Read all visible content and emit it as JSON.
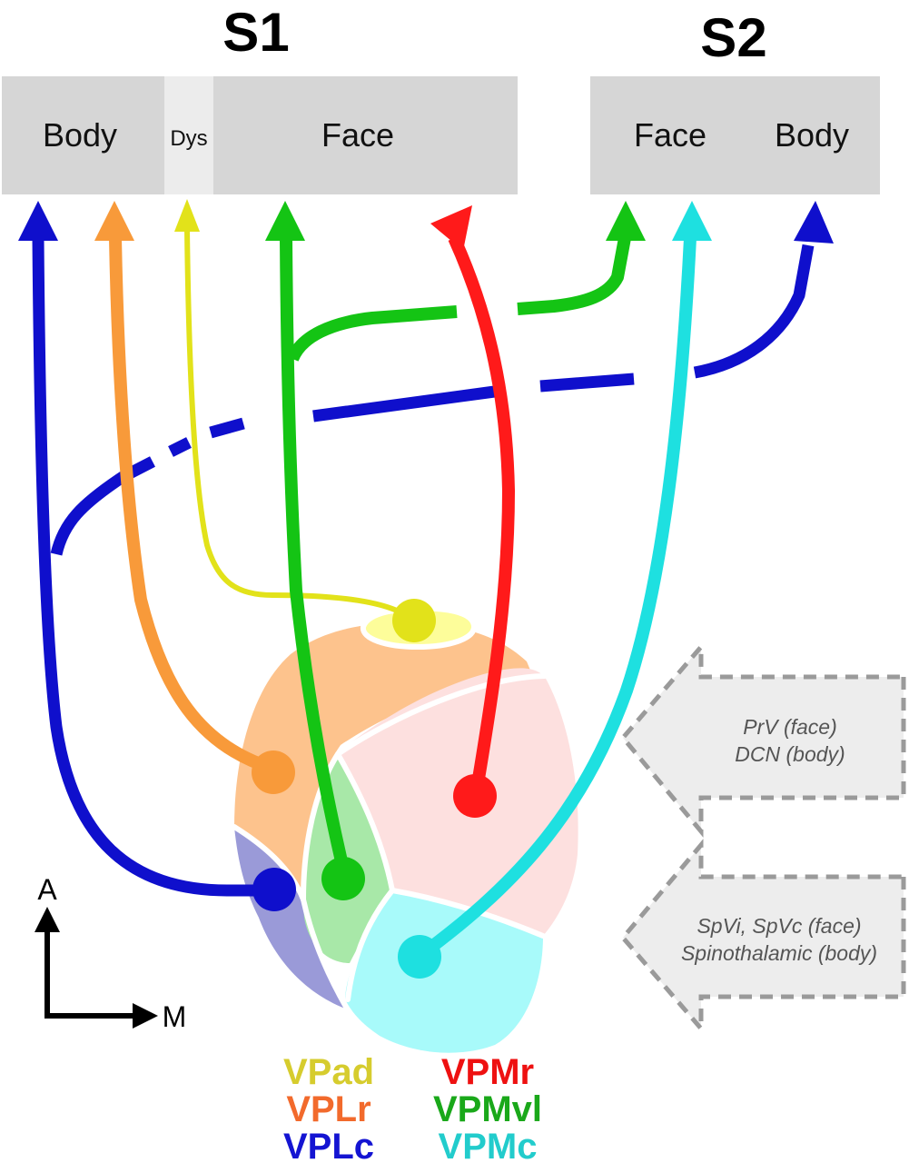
{
  "header": {
    "s1": "S1",
    "s2": "S2"
  },
  "s1_regions": {
    "body": "Body",
    "dys": "Dys",
    "face": "Face"
  },
  "s2_regions": {
    "face": "Face",
    "body": "Body"
  },
  "inputs": {
    "upper": {
      "line1": "PrV (face)",
      "line2": "DCN (body)"
    },
    "lower": {
      "line1": "SpVi, SpVc (face)",
      "line2": "Spinothalamic (body)"
    }
  },
  "axes": {
    "anterior": "A",
    "medial": "M"
  },
  "legend": {
    "left": [
      {
        "label": "VPad",
        "color": "#d6cc2e"
      },
      {
        "label": "VPLr",
        "color": "#f26a2c"
      },
      {
        "label": "VPLc",
        "color": "#1414d2"
      }
    ],
    "right": [
      {
        "label": "VPMr",
        "color": "#ee1111"
      },
      {
        "label": "VPMvl",
        "color": "#1aa81a"
      },
      {
        "label": "VPMc",
        "color": "#22cccc"
      }
    ]
  },
  "colors": {
    "vpad": "#e2e21a",
    "vplr": "#f89a3a",
    "vplc": "#0f0fcc",
    "vpmr": "#ff1a1a",
    "vpmvl": "#14c414",
    "vpmc": "#1ee0e0",
    "box": "#d6d6d6",
    "dys_box": "#ececec",
    "input_arrow": "#ededed"
  }
}
